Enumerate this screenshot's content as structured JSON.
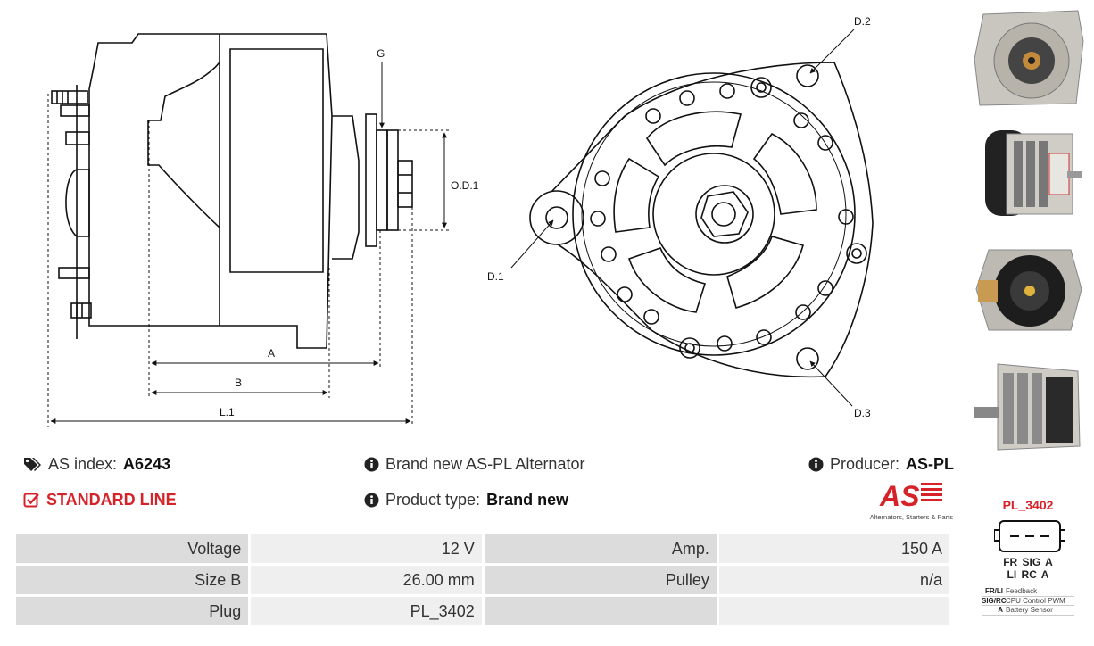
{
  "drawing": {
    "labels": {
      "g": "G",
      "od1": "O.D.1",
      "a": "A",
      "b": "B",
      "l1": "L.1",
      "d1": "D.1",
      "d2": "D.2",
      "d3": "D.3"
    }
  },
  "info": {
    "as_index_label": "AS index:",
    "as_index_value": "A6243",
    "standard_line": "STANDARD LINE",
    "description": "Brand new AS-PL Alternator",
    "product_type_label": "Product type:",
    "product_type_value": "Brand new",
    "producer_label": "Producer:",
    "producer_value": "AS-PL",
    "logo_text": "AS",
    "logo_tagline": "Alternators, Starters & Parts"
  },
  "specs": {
    "rows": [
      {
        "label1": "Voltage",
        "value1": "12 V",
        "label2": "Amp.",
        "value2": "150 A"
      },
      {
        "label1": "Size B",
        "value1": "26.00 mm",
        "label2": "Pulley",
        "value2": "n/a"
      },
      {
        "label1": "Plug",
        "value1": "PL_3402",
        "label2": "",
        "value2": ""
      }
    ]
  },
  "plug": {
    "title": "PL_3402",
    "pins_top": "FR SIG A",
    "pins_bottom": "LI RC A",
    "legend": [
      {
        "key": "FR/LI",
        "value": "Feedback"
      },
      {
        "key": "SIG/RC",
        "value": "CPU Control PWM"
      },
      {
        "key": "A",
        "value": "Battery Sensor"
      }
    ]
  },
  "colors": {
    "brand_red": "#d6232a",
    "table_label_bg": "#dcdcdc",
    "table_value_bg": "#efefef"
  },
  "icons": [
    "tags-icon",
    "check-square-icon",
    "info-circle-icon"
  ]
}
